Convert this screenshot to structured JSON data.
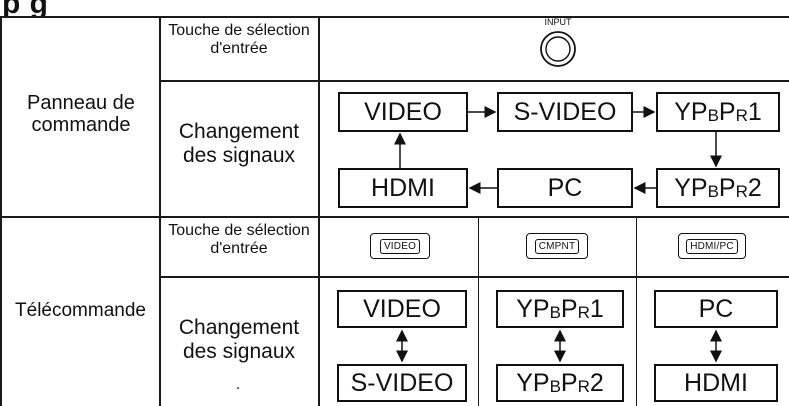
{
  "header": {
    "partial_text": "p                                          g"
  },
  "panel": {
    "group_label": "Panneau de commande",
    "key_label": "Touche de sélection d'entrée",
    "button_caption": "INPUT",
    "switch_label": "Changement des signaux",
    "cycle": [
      "VIDEO",
      "S-VIDEO",
      "YPBPR1",
      "YPBPR2",
      "PC",
      "HDMI"
    ],
    "sources": {
      "video": "VIDEO",
      "svideo": "S-VIDEO",
      "ypbpr1": {
        "base": "YP",
        "b": "B",
        "p": "P",
        "r": "R",
        "num": "1"
      },
      "ypbpr2": {
        "base": "YP",
        "b": "B",
        "p": "P",
        "r": "R",
        "num": "2"
      },
      "pc": "PC",
      "hdmi": "HDMI"
    }
  },
  "remote": {
    "group_label": "Télécommande",
    "key_label": "Touche de sélection d'entrée",
    "switch_label": "Changement des signaux",
    "buttons": [
      "VIDEO",
      "CMPNT",
      "HDMI/PC"
    ],
    "pairs": [
      {
        "top": "VIDEO",
        "bottom": "S-VIDEO"
      },
      {
        "top": "YPBPR1",
        "bottom": "YPBPR2"
      },
      {
        "top": "PC",
        "bottom": "HDMI"
      }
    ],
    "stray_mark": "."
  }
}
